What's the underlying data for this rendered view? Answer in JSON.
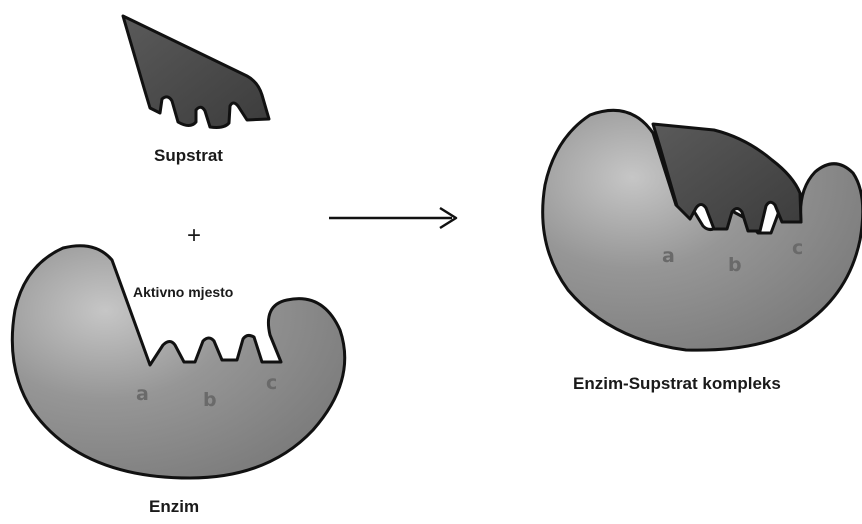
{
  "labels": {
    "substrate": "Supstrat",
    "plus": "+",
    "active_site": "Aktivno mjesto",
    "enzyme": "Enzim",
    "complex": "Enzim-Supstrat kompleks"
  },
  "binding_sites": {
    "enzyme": [
      "a",
      "b",
      "c"
    ],
    "complex": [
      "a",
      "b",
      "c"
    ]
  },
  "colors": {
    "substrate_fill": "#4a4a4a",
    "enzyme_fill": "#8c8c8c",
    "outline": "#111111"
  }
}
